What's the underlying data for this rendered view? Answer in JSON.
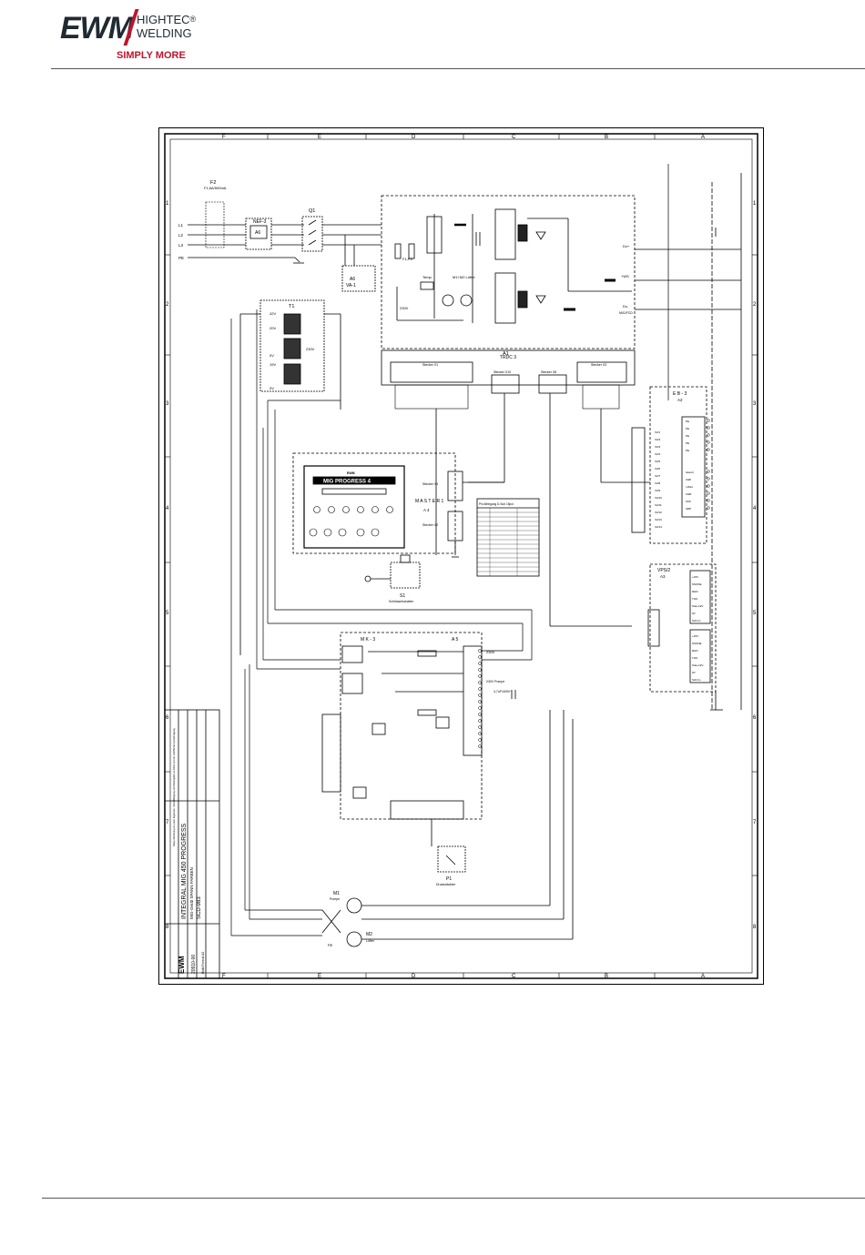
{
  "header": {
    "logo_main": "EWM",
    "logo_line1": "HIGHTEC",
    "logo_reg": "®",
    "logo_line2": "WELDING",
    "slogan": "SIMPLY MORE"
  },
  "frame": {
    "cols_top": [
      "F",
      "E",
      "D",
      "C",
      "B",
      "A"
    ],
    "rows_side": [
      "1",
      "2",
      "3",
      "4",
      "5",
      "6",
      "7",
      "8"
    ]
  },
  "components": {
    "fuse": "F2",
    "fuse_rating": "F1,6A/500mA",
    "phases": [
      "L1",
      "L2",
      "L3",
      "PE"
    ],
    "nef": "NEF-3",
    "nef_ref": "A6",
    "switch": "Q1",
    "va": "VA-1",
    "va_ref": "A6",
    "transformer": "T1",
    "transformer_taps": [
      "42V",
      "20V",
      "0V",
      "19V",
      "0V",
      "230V"
    ],
    "rectifier_label": "F1-F3",
    "temp_label": "Temp.",
    "fan_label": "M1+M2 Lüfter",
    "voltage_230": "230V",
    "power_module": "A1",
    "output_plus": "Dx+",
    "output_ws": "+WS",
    "output_minus": "Dx-",
    "output_note": "MIG/FCD",
    "control_board": "TRDC 3",
    "plug_x1": "Stecker X1",
    "plug_x10": "Stecker X10",
    "plug_x8": "Stecker X8",
    "plug_x3": "Stecker X3",
    "dsub_label": "D-Sub 15polig",
    "eb_board": "E B - 3",
    "eb_ref": "A2",
    "eb_pins": [
      "X2/1",
      "X2/2",
      "X2/3",
      "X2/4",
      "X2/5",
      "X2/6",
      "X2/7",
      "X2/8",
      "X2/9",
      "X2/10",
      "X2/11",
      "X2/12",
      "X2/13",
      "X2/14"
    ],
    "eb_signals": [
      "PE",
      "PE",
      "PE",
      "PE",
      "PE",
      "Istwert",
      "LWK",
      "I-Wert",
      "LWR",
      "KKK",
      "SRP"
    ],
    "control_panel_brand": "EWM",
    "control_panel_title": "MIG PROGRESS 4",
    "master_label": "M A S T E R  1",
    "master_ref": "A 4",
    "socket_x1": "Stecker X1",
    "socket_x2": "Stecker X2",
    "pin_table_title": "Pin-Belegung D-Sub 15pol.",
    "key_switch": "S1",
    "key_switch_label": "Schlüsselschalter",
    "vps_board": "VPS/2",
    "vps_ref": "A3",
    "vps_signals": [
      "+15V",
      "SSONE",
      "RHD",
      "THS",
      "Stat+12V",
      "0V",
      "Schirm"
    ],
    "mk_board": "M K - 3",
    "mk_ref": "A 5",
    "mk_voltage_230": "230V",
    "mk_pump": "230V Pumpe",
    "mk_cap": "4,7uF/400V~",
    "pressure_switch": "P1",
    "pressure_label": "Druckwächter",
    "pump": "M1",
    "pump_label": "Pumpe",
    "fan": "M2",
    "fan_label2": "Lüfter",
    "pe": "PE"
  },
  "title_block": {
    "product": "INTEGRAL MIG 450 PROGRESS",
    "variant": "MIG-Gerät SPANN FARBEN",
    "drawing_no": "SCD-983",
    "company": "EWM",
    "doc_number": "20910-00",
    "sheet": "Blatt-Format A2",
    "note": "Diese Zeichnung ist unser Eigentum. Vervielfältigung und Weitergabe an Dritte nur mit schriftlicher Genehmigung."
  }
}
